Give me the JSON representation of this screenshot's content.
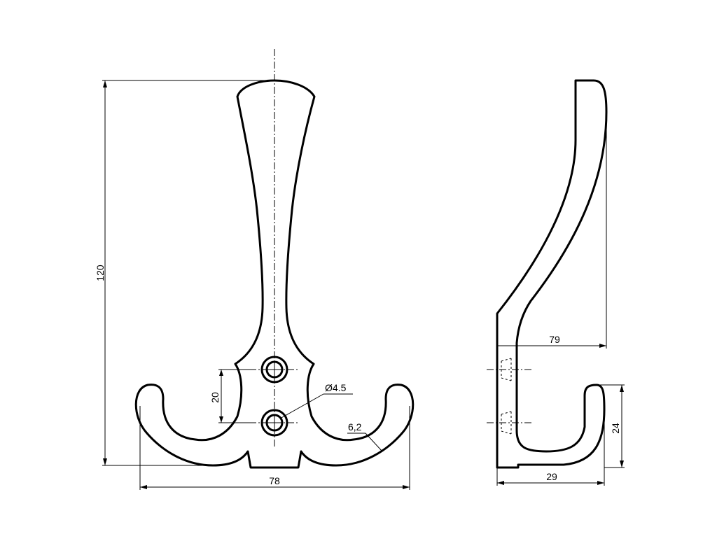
{
  "drawing": {
    "dimensions": {
      "height": "120",
      "width": "78",
      "hole_spacing": "20",
      "hole_diameter": "Ø4.5",
      "hook_thickness": "6,2",
      "projection": "79",
      "hook_depth": "29",
      "hook_height": "24"
    },
    "colors": {
      "line": "#000000",
      "background": "#ffffff"
    }
  }
}
